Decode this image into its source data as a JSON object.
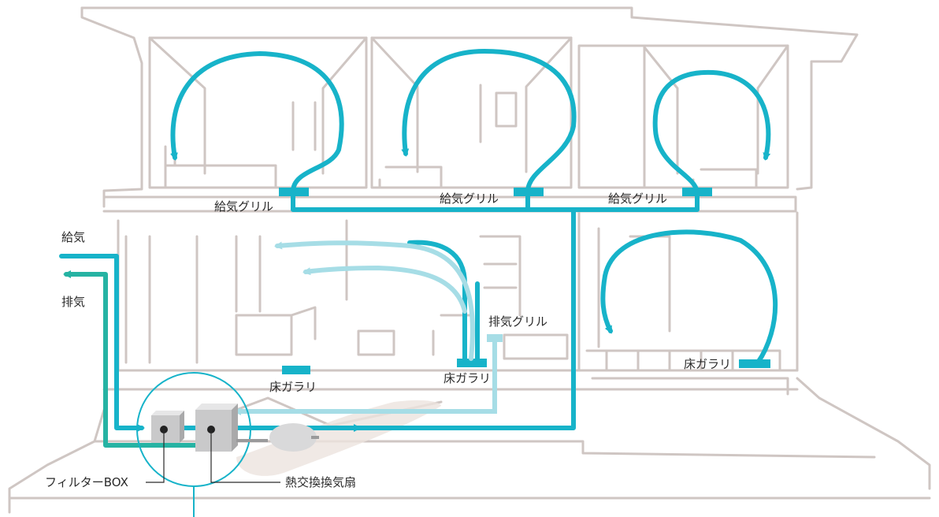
{
  "colors": {
    "supply": "#17b3c9",
    "exhaust_main": "#26b3a3",
    "exhaust_light": "#a6dde6",
    "house_line": "#cfc6c3",
    "unit_fill": "#c9c9ca",
    "text": "#2a2a2a"
  },
  "labels": {
    "supply_air": "給気",
    "exhaust_air": "排気",
    "supply_grill_1": "給気グリル",
    "supply_grill_2": "給気グリル",
    "supply_grill_3": "給気グリル",
    "exhaust_grill": "排気グリル",
    "floor_gallery_left": "床ガラリ",
    "floor_gallery_center": "床ガラリ",
    "floor_gallery_right": "床ガラリ",
    "filter_box": "フィルターBOX",
    "heat_exchange_fan": "熱交換換気扇"
  }
}
